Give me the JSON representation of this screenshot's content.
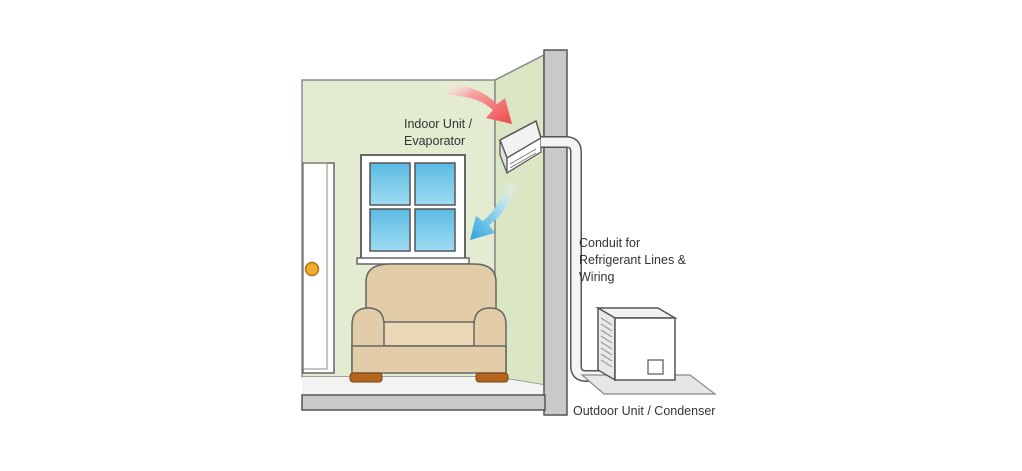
{
  "labels": {
    "indoor_unit": [
      "Indoor Unit /",
      "Evaporator"
    ],
    "conduit": [
      "Conduit for",
      "Refrigerant Lines &",
      "Wiring"
    ],
    "outdoor_unit": "Outdoor Unit / Condenser"
  },
  "colors": {
    "wall_green": "#e3ecd0",
    "wall_green_dark": "#d6e3bf",
    "outline": "#555555",
    "wall_gray": "#c9c9c9",
    "sofa_fill": "#e2cda8",
    "sofa_shadow": "#d2b98f",
    "sofa_feet": "#b5651d",
    "window_glass": "#6ec6e6",
    "door_knob": "#f0a830",
    "warm_arrow": "#f26b6b",
    "cool_arrow": "#3aa9dd",
    "conduit": "#f4f4f4"
  },
  "icons": [
    "warm-air-arrow-icon",
    "cool-air-arrow-icon"
  ]
}
